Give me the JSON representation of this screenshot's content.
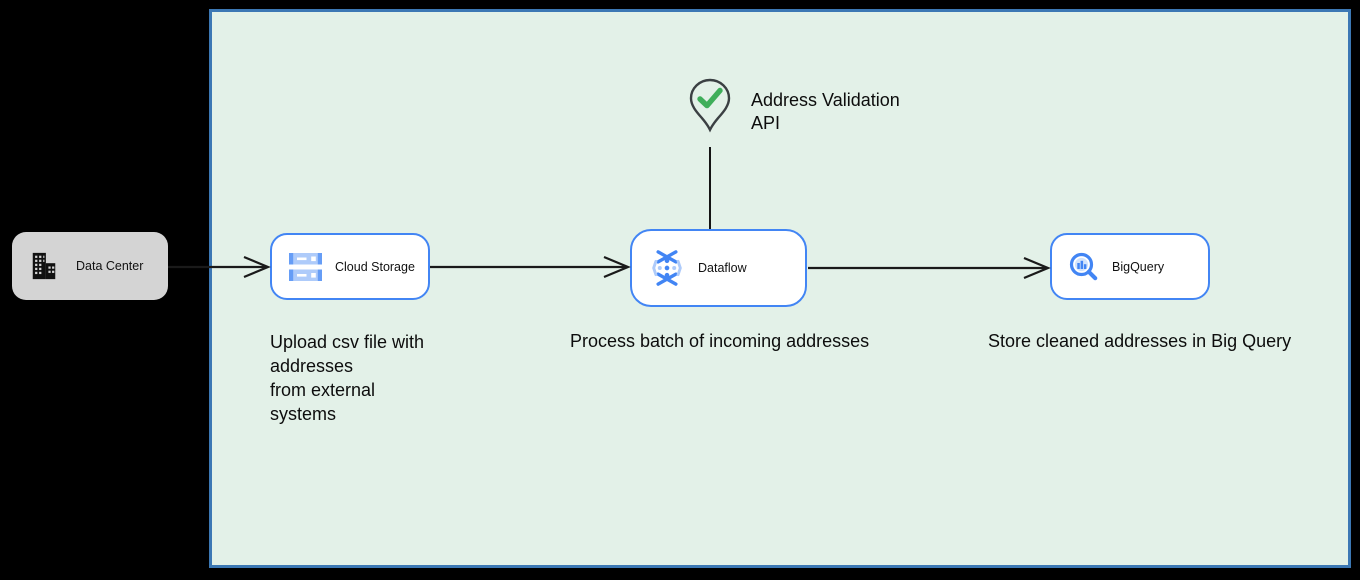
{
  "diagram": {
    "external_node": {
      "label": "Data Center",
      "icon": "building-icon",
      "fill": "#d4d4d4"
    },
    "boundary": {
      "fill": "#e3f1e8",
      "border_color": "#3c78b4"
    },
    "nodes": [
      {
        "id": "cloud-storage",
        "label": "Cloud Storage",
        "icon": "cloud-storage-icon"
      },
      {
        "id": "dataflow",
        "label": "Dataflow",
        "icon": "dataflow-icon"
      },
      {
        "id": "bigquery",
        "label": "BigQuery",
        "icon": "bigquery-icon"
      }
    ],
    "api_callout": {
      "label": "Address Validation\nAPI",
      "icon": "map-pin-check-icon",
      "pin_outline_color": "#3b4043",
      "check_color": "#3fae5a"
    },
    "annotations": [
      {
        "text": "Upload csv file with\naddresses\nfrom external\nsystems"
      },
      {
        "text": "Process batch of incoming addresses"
      },
      {
        "text": "Store cleaned addresses in Big Query"
      }
    ],
    "edges": [
      {
        "from": "data-center",
        "to": "cloud-storage"
      },
      {
        "from": "cloud-storage",
        "to": "dataflow"
      },
      {
        "from": "dataflow",
        "to": "bigquery"
      },
      {
        "from": "address-validation-api",
        "to": "dataflow"
      }
    ],
    "colors": {
      "node_border": "#4285f4",
      "icon_blue": "#4285f4",
      "icon_blue_mid": "#669df6",
      "icon_blue_light": "#aecbfa",
      "arrow": "#1a1a1a",
      "canvas_background": "#000000",
      "text": "#0d0d0d"
    }
  }
}
